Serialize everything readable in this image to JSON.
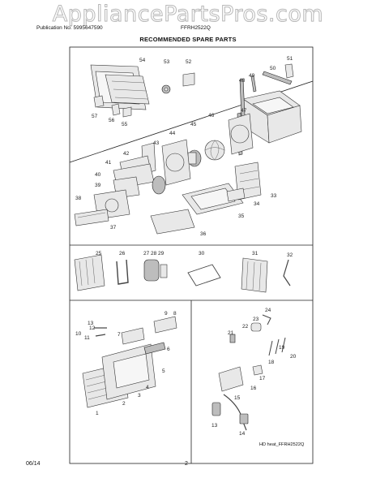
{
  "header": {
    "watermark": "AppliancePartsPros.com",
    "publication": "Publication No: 5995647590",
    "model": "FFRH2522Q",
    "title": "RECOMMENDED SPARE PARTS"
  },
  "callouts": {
    "p1": "1",
    "p2": "2",
    "p3": "3",
    "p4": "4",
    "p5": "5",
    "p6": "6",
    "p7": "7",
    "p8": "8",
    "p9": "9",
    "p10": "10",
    "p11": "11",
    "p12": "12",
    "p13": "13",
    "p14": "14",
    "p15": "15",
    "p16": "16",
    "p17": "17",
    "p18": "18",
    "p19": "19",
    "p20": "20",
    "p21": "21",
    "p22": "22",
    "p23": "23",
    "p24": "24",
    "p25": "25",
    "p26": "26",
    "p27": "27",
    "p28": "28",
    "p29": "29",
    "p30": "30",
    "p31": "31",
    "p32": "32",
    "p33": "33",
    "p34": "34",
    "p35": "35",
    "p36": "36",
    "p37": "37",
    "p38": "38",
    "p39": "39",
    "p40": "40",
    "p41": "41",
    "p42": "42",
    "p43": "43",
    "p44": "44",
    "p45": "45",
    "p46": "46",
    "p47": "47",
    "p48": "48",
    "p49": "49",
    "p50": "50",
    "p51": "51",
    "p52": "52",
    "p53": "53",
    "p54": "54",
    "p55": "55",
    "p56": "56",
    "p57": "57"
  },
  "hd_note": "HD heat_FFRH2522Q",
  "footer": {
    "date": "06/14",
    "page": "2"
  }
}
